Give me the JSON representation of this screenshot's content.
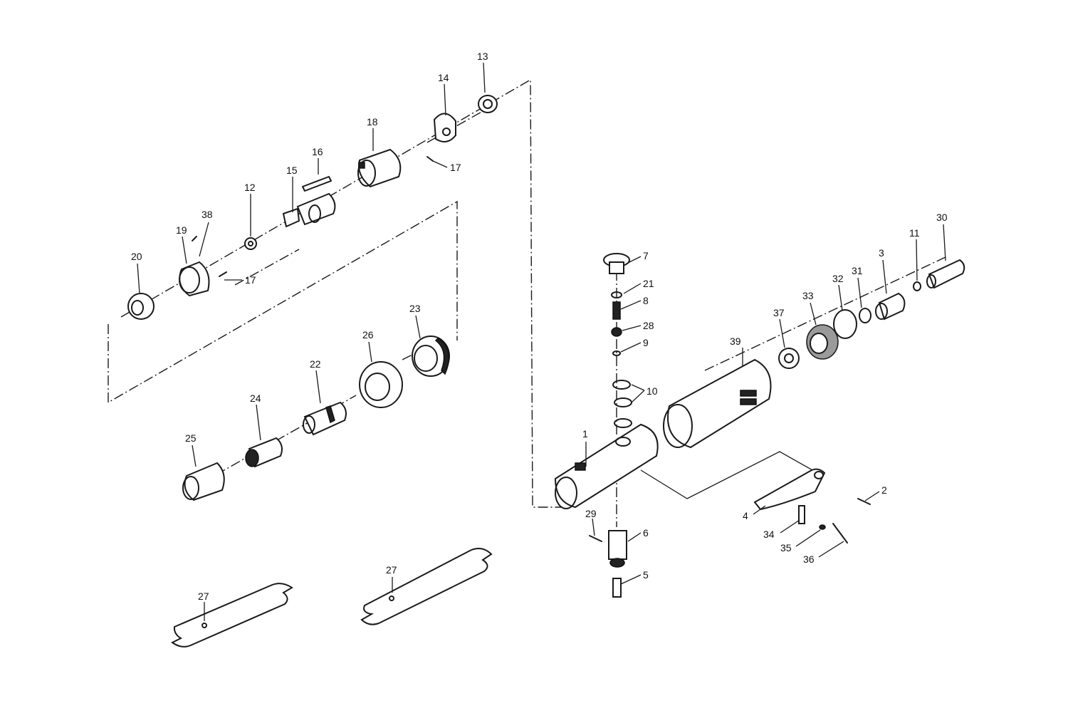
{
  "callouts": {
    "c1": "1",
    "c2": "2",
    "c3": "3",
    "c4": "4",
    "c5": "5",
    "c6": "6",
    "c7": "7",
    "c8": "8",
    "c9": "9",
    "c10": "10",
    "c11": "11",
    "c12": "12",
    "c13": "13",
    "c14": "14",
    "c15": "15",
    "c16": "16",
    "c17a": "17",
    "c17b": "17",
    "c18": "18",
    "c19": "19",
    "c20": "20",
    "c21": "21",
    "c22": "22",
    "c23": "23",
    "c24": "24",
    "c25": "25",
    "c26": "26",
    "c27a": "27",
    "c27b": "27",
    "c28": "28",
    "c29": "29",
    "c30": "30",
    "c31": "31",
    "c32": "32",
    "c33": "33",
    "c34": "34",
    "c35": "35",
    "c36": "36",
    "c37": "37",
    "c38": "38",
    "c39": "39"
  }
}
